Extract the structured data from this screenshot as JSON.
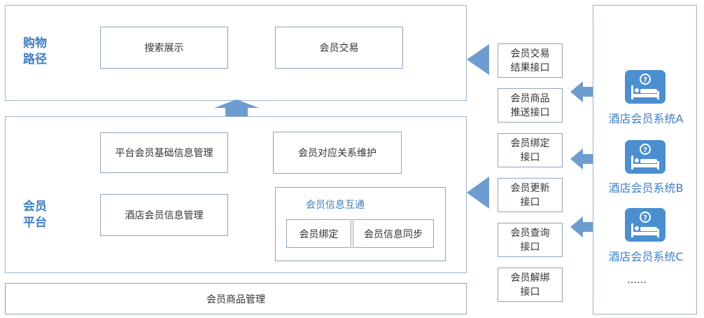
{
  "shopping_path": {
    "title_line1": "购物",
    "title_line2": "路径",
    "search_display": "搜索展示",
    "member_trade": "会员交易"
  },
  "member_platform": {
    "title_line1": "会员",
    "title_line2": "平台",
    "basic_info_mgmt": "平台会员基础信息管理",
    "relation_maintain": "会员对应关系维护",
    "hotel_info_mgmt": "酒店会员信息管理",
    "interop": {
      "title": "会员信息互通",
      "bind": "会员绑定",
      "sync": "会员信息同步"
    }
  },
  "goods_mgmt": "会员商品管理",
  "interfaces": [
    {
      "line1": "会员交易",
      "line2": "结果接口"
    },
    {
      "line1": "会员商品",
      "line2": "推送接口"
    },
    {
      "line1": "会员绑定",
      "line2": "接口"
    },
    {
      "line1": "会员更新",
      "line2": "接口"
    },
    {
      "line1": "会员查询",
      "line2": "接口"
    },
    {
      "line1": "会员解绑",
      "line2": "接口"
    }
  ],
  "hotels": [
    {
      "label": "酒店会员系统A",
      "icon": "hotel-bed-icon"
    },
    {
      "label": "酒店会员系统B",
      "icon": "hotel-bed-icon"
    },
    {
      "label": "酒店会员系统C",
      "icon": "hotel-bed-icon"
    }
  ],
  "ellipsis": "……",
  "colors": {
    "arrow": "#6d9dd0",
    "accent_text": "#3f7fc1",
    "icon_bg": "#4b8fd0",
    "border": "#9db3c8"
  }
}
